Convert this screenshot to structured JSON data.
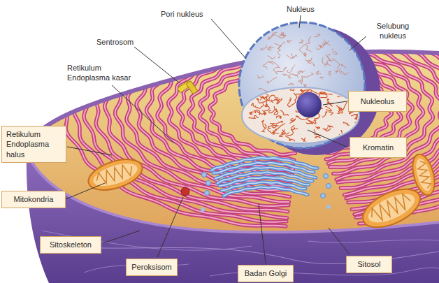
{
  "diagram": {
    "nodes": [
      {
        "text": [
          "Nukleolus"
        ]
      },
      {
        "text": [
          "Retikulum Endoplasma halus"
        ]
      },
      {
        "text": [
          "Kromatin"
        ]
      },
      {
        "text": [
          "Mitokondria"
        ]
      },
      {
        "text": [
          "Sitoskeleton"
        ]
      },
      {
        "text": [
          "Sitosol"
        ]
      },
      {
        "text": [
          "Peroksisom"
        ]
      },
      {
        "text": [
          "Badan Golgi"
        ]
      }
    ],
    "labels": [
      "Nukleus",
      "Pori nukleus",
      "Selubung nukleus",
      "Sentrosom",
      "Retikulum Endoplasma kasar"
    ]
  }
}
